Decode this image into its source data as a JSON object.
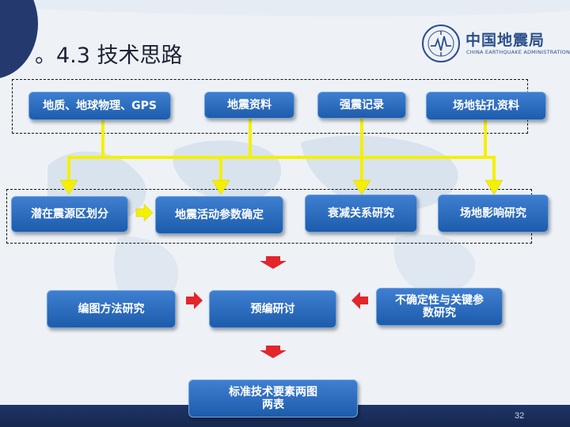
{
  "title": "。4.3 技术思路",
  "logo": {
    "name_cn": "中国地震局",
    "name_en": "CHINA EARTHQUAKE ADMINISTRATION"
  },
  "boxes": {
    "geology": "地质、地球物理、GPS",
    "seismic_data": "地震资料",
    "strong_motion": "强震记录",
    "borehole": "场地钻孔资料",
    "source_zoning": "潜在震源区划分",
    "activity_params": "地震活动参数确定",
    "attenuation": "衰减关系研究",
    "site_effect": "场地影响研究",
    "mapping_method": "编图方法研究",
    "pre_compile": "预编研讨",
    "uncertainty": "不确定性与关键参数研究",
    "standard": "标准技术要素两图两表"
  },
  "colors": {
    "box": "#2a6cc0",
    "connector": "#f4f000",
    "arrow_red": "#e2262b",
    "bar": "#1f3566"
  },
  "page_number": "32"
}
